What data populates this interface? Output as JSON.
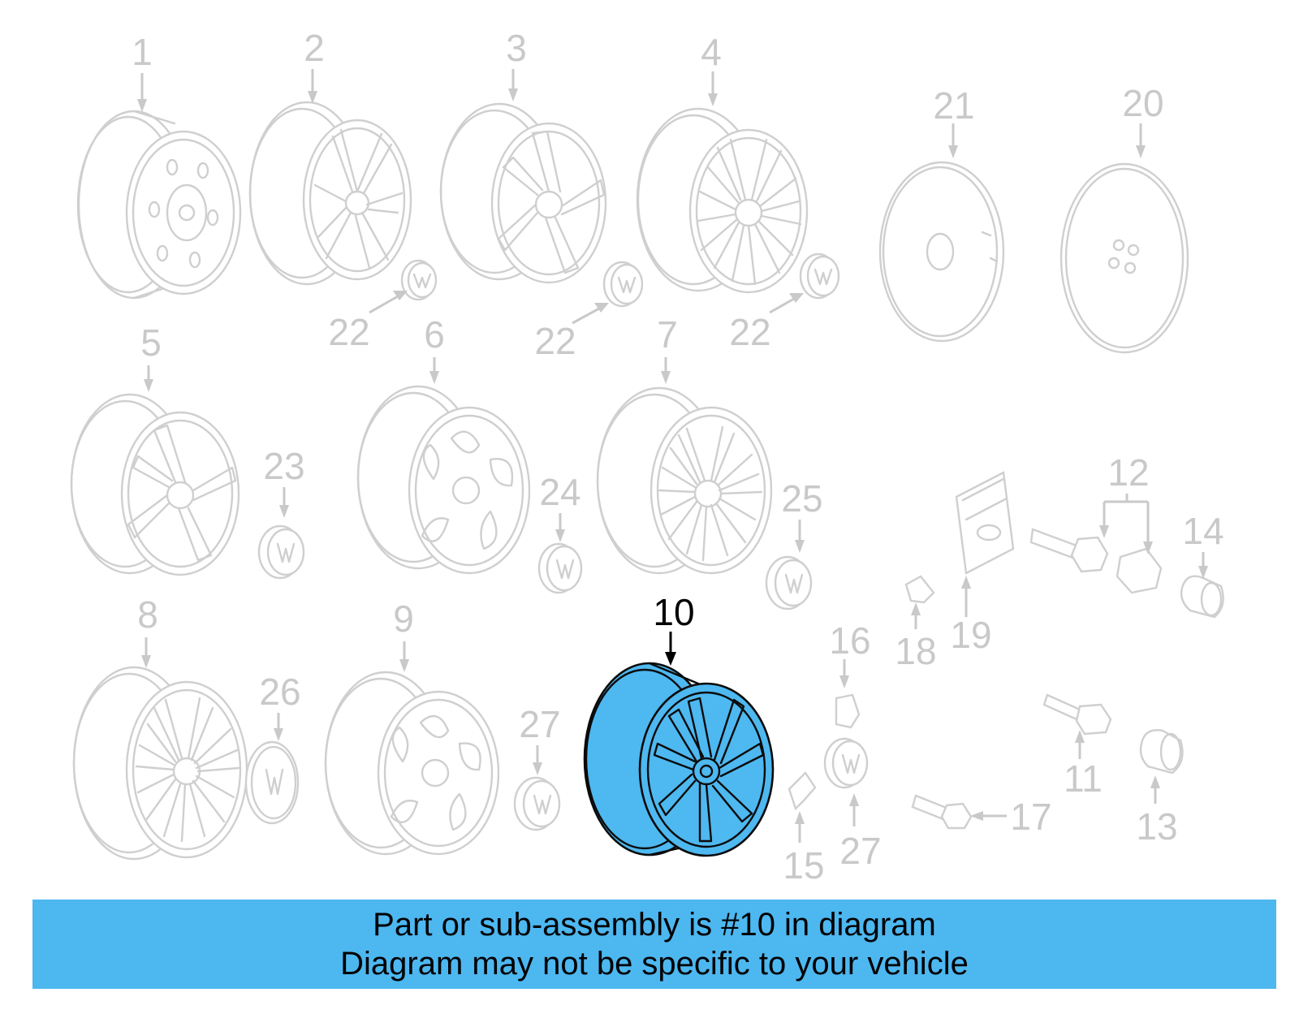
{
  "diagram": {
    "highlighted_part": "10",
    "callouts": [
      {
        "id": "c1",
        "label": "1"
      },
      {
        "id": "c2",
        "label": "2"
      },
      {
        "id": "c3",
        "label": "3"
      },
      {
        "id": "c4",
        "label": "4"
      },
      {
        "id": "c5",
        "label": "5"
      },
      {
        "id": "c6",
        "label": "6"
      },
      {
        "id": "c7",
        "label": "7"
      },
      {
        "id": "c8",
        "label": "8"
      },
      {
        "id": "c9",
        "label": "9"
      },
      {
        "id": "c10",
        "label": "10"
      },
      {
        "id": "c11",
        "label": "11"
      },
      {
        "id": "c12",
        "label": "12"
      },
      {
        "id": "c13",
        "label": "13"
      },
      {
        "id": "c14",
        "label": "14"
      },
      {
        "id": "c15",
        "label": "15"
      },
      {
        "id": "c16",
        "label": "16"
      },
      {
        "id": "c17",
        "label": "17"
      },
      {
        "id": "c18",
        "label": "18"
      },
      {
        "id": "c19",
        "label": "19"
      },
      {
        "id": "c20",
        "label": "20"
      },
      {
        "id": "c21",
        "label": "21"
      },
      {
        "id": "c22a",
        "label": "22"
      },
      {
        "id": "c22b",
        "label": "22"
      },
      {
        "id": "c22c",
        "label": "22"
      },
      {
        "id": "c23",
        "label": "23"
      },
      {
        "id": "c24",
        "label": "24"
      },
      {
        "id": "c25",
        "label": "25"
      },
      {
        "id": "c26",
        "label": "26"
      },
      {
        "id": "c27a",
        "label": "27"
      },
      {
        "id": "c27b",
        "label": "27"
      }
    ]
  },
  "banner": {
    "line1": "Part or sub-assembly is #10 in diagram",
    "line2": "Diagram may not be specific to your vehicle"
  },
  "colors": {
    "highlight_fill": "#4eb8f0",
    "banner_background": "#4db7f0",
    "ghost_lines": "#cfcfcf"
  }
}
